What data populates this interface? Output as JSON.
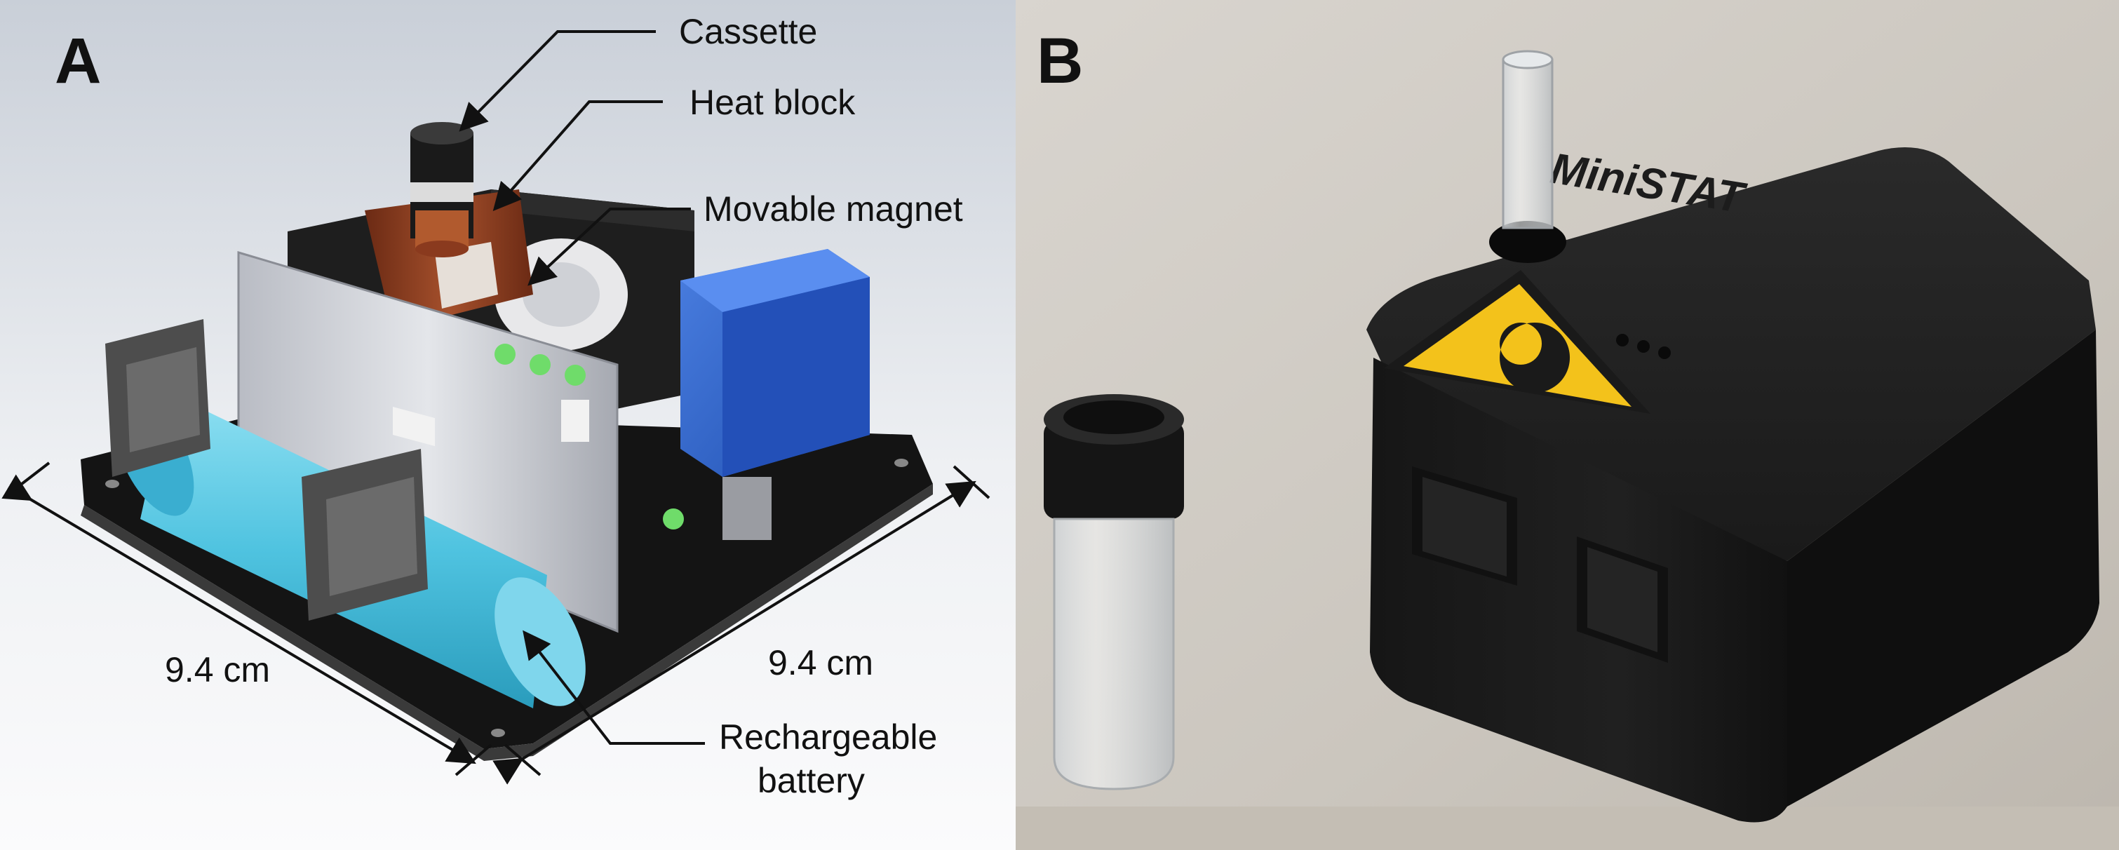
{
  "panels": {
    "a": {
      "letter": "A",
      "labels": {
        "cassette": "Cassette",
        "heat_block": "Heat block",
        "movable_magnet": "Movable magnet",
        "battery_line1": "Rechargeable",
        "battery_line2": "battery",
        "dim_left": "9.4 cm",
        "dim_right": "9.4 cm"
      }
    },
    "b": {
      "letter": "B",
      "brand": "MiniSTAT"
    }
  },
  "colors": {
    "battery": "#4fc3e0",
    "heat_block": "#8a3a1e",
    "relay": "#2f62c8",
    "warning_yellow": "#f3c21b",
    "device_body": "#1b1b1b",
    "led_green": "#6fdc6a"
  }
}
